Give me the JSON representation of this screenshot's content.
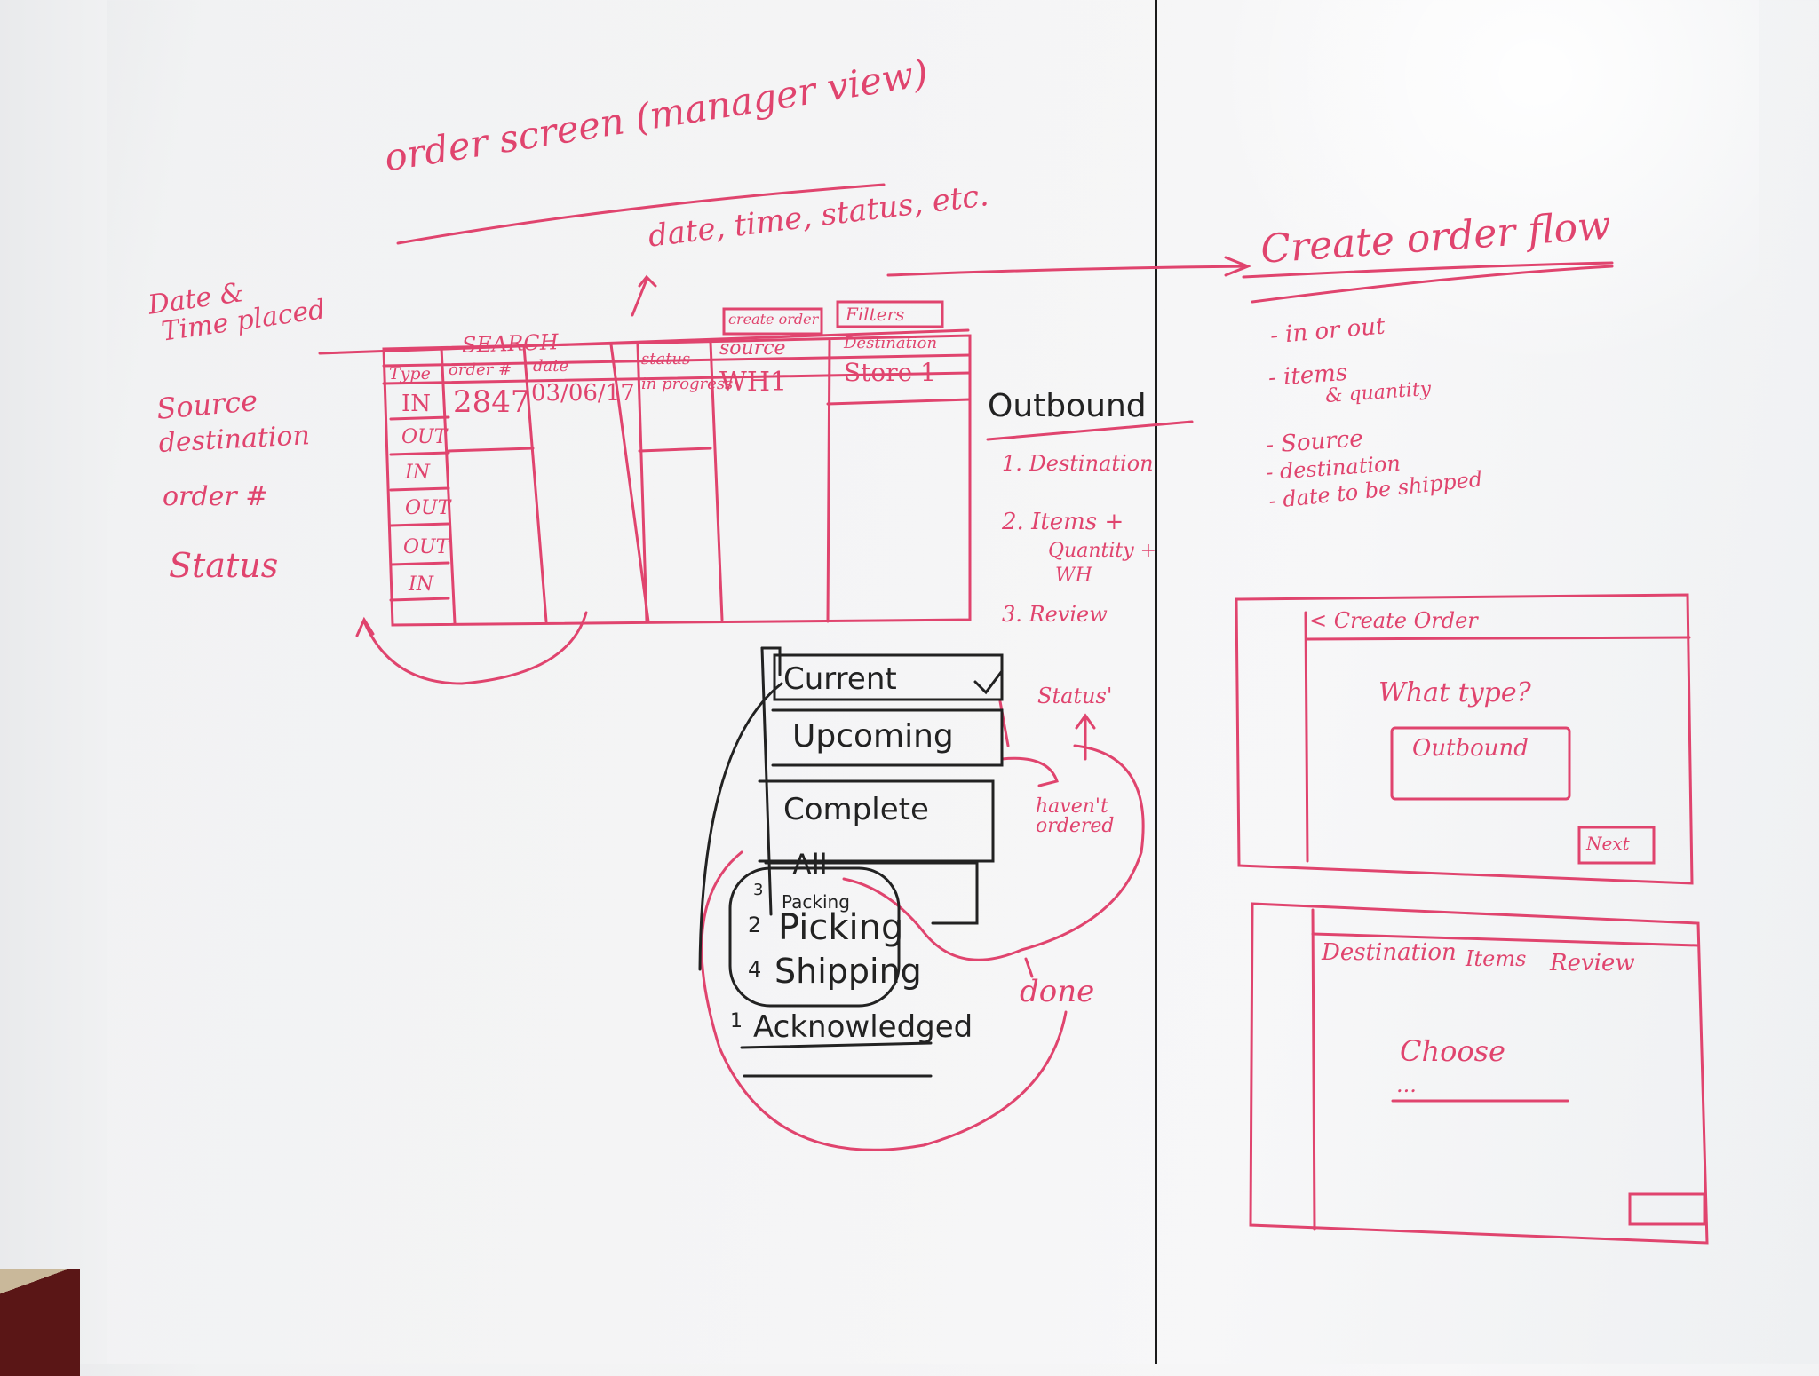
{
  "colors": {
    "red_marker": "#e0446e",
    "black_marker": "#222222",
    "board": "#f4f4f5"
  },
  "title": "order screen (manager view)",
  "header_note": "date, time, status, etc.",
  "left_notes": [
    "Date &",
    "Time placed",
    "Source",
    "destination",
    "order #",
    "Status"
  ],
  "table": {
    "search_label": "SEARCH",
    "create_button": "create order",
    "filters_button": "Filters",
    "columns": [
      "Type",
      "order #",
      "date",
      "status",
      "source",
      "Destination"
    ],
    "first_row": [
      "IN",
      "2847",
      "03/06/17",
      "",
      "in progress",
      "WH1",
      "Store 1"
    ],
    "types": [
      "IN",
      "OUT",
      "IN",
      "OUT",
      "OUT",
      "IN"
    ]
  },
  "outbound": {
    "title": "Outbound",
    "steps": [
      "1. Destination",
      "2. Items +",
      "Quantity +",
      "WH",
      "3. Review"
    ]
  },
  "dropdown": {
    "selected": "Current",
    "options": [
      "Upcoming",
      "Complete",
      "All"
    ],
    "statuses": [
      "Packing",
      "Picking",
      "Shipping",
      "Acknowledged"
    ],
    "step_numbers": [
      "3",
      "2",
      "4",
      "1"
    ]
  },
  "annotations": {
    "status": "Status'",
    "havent_ordered": "haven't ordered",
    "done": "done"
  },
  "create_flow": {
    "title": "Create order flow",
    "items": [
      "- in or out",
      "- items",
      "& quantity",
      "- Source",
      "- destination",
      "- date to be shipped"
    ]
  },
  "wireframe1": {
    "back": "< Create Order",
    "question": "What type?",
    "option": "Outbound",
    "next": "Next"
  },
  "wireframe2": {
    "tabs": [
      "Destination",
      "Items",
      "Review"
    ],
    "choose": "Choose",
    "dots": "..."
  }
}
